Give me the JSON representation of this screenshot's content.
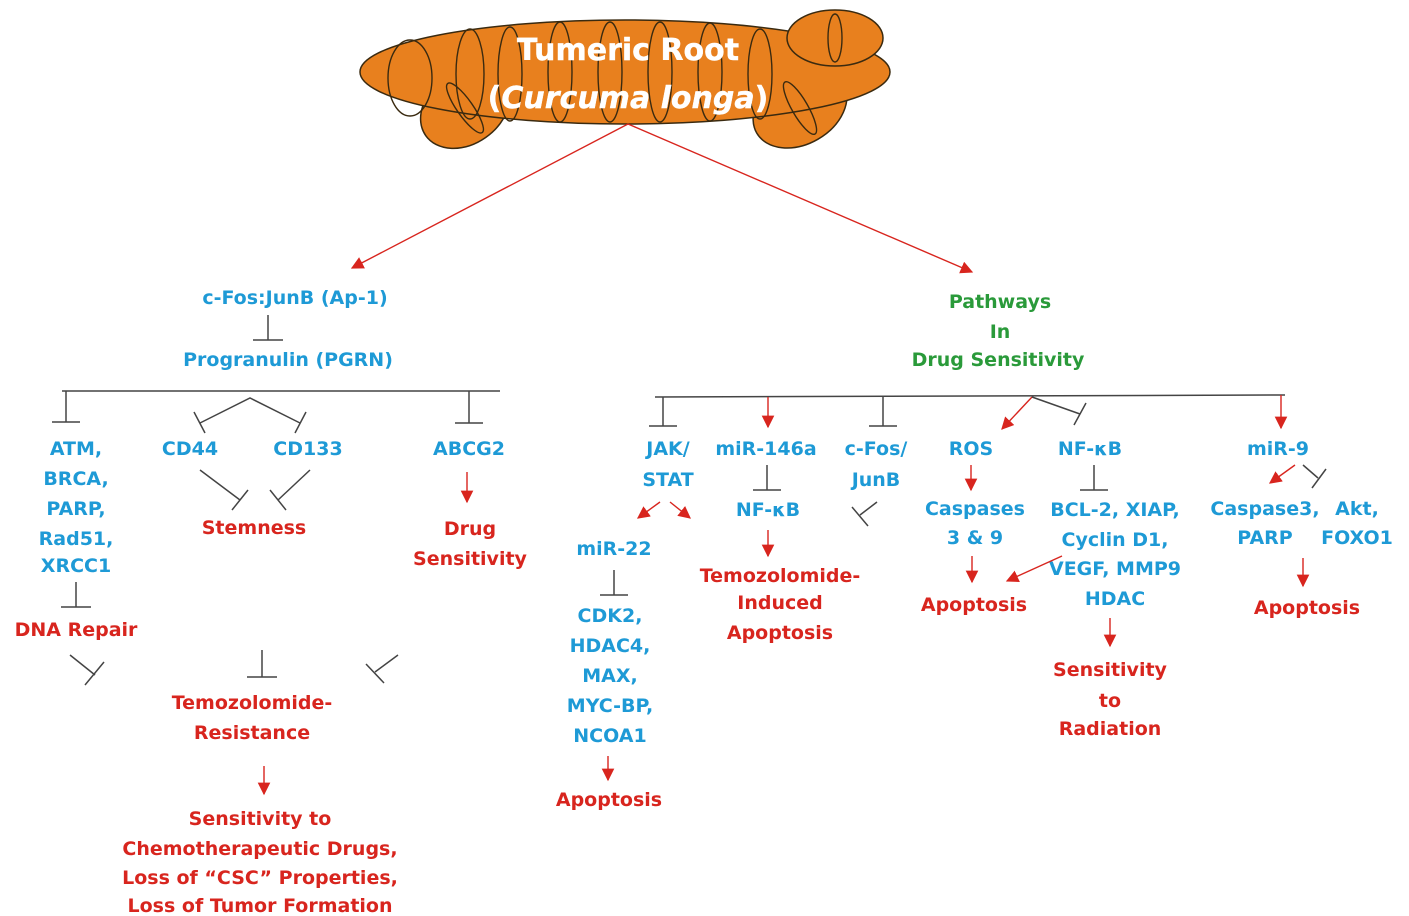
{
  "root": {
    "line1": "Tumeric Root",
    "line2_open": "(",
    "line2_italic": "Curcuma longa",
    "line2_close": ")"
  },
  "left": {
    "ap1": "c-Fos:JunB (Ap-1)",
    "pgrn": "Progranulin (PGRN)",
    "repair_genes": [
      "ATM,",
      "BRCA,",
      "PARP,",
      "Rad51,",
      "XRCC1"
    ],
    "cd44": "CD44",
    "cd133": "CD133",
    "abcg2": "ABCG2",
    "stemness": "Stemness",
    "drug_sensitivity": [
      "Drug",
      "Sensitivity"
    ],
    "dna_repair": "DNA Repair",
    "tmz_resistance": [
      "Temozolomide-",
      "Resistance"
    ],
    "outcome": [
      "Sensitivity to",
      "Chemotherapeutic Drugs,",
      "Loss of “CSC” Properties,",
      "Loss of Tumor Formation"
    ]
  },
  "right": {
    "pathways": [
      "Pathways",
      "In",
      "Drug Sensitivity"
    ],
    "jak_stat": [
      "JAK/",
      "STAT"
    ],
    "mir22": "miR-22",
    "mir22_targets": [
      "CDK2,",
      "HDAC4,",
      "MAX,",
      "MYC-BP,",
      "NCOA1"
    ],
    "apoptosis_mir22": "Apoptosis",
    "mir146a": "miR-146a",
    "nfkb_mir146a": "NF-κB",
    "tmz_apoptosis": [
      "Temozolomide-",
      "Induced",
      "Apoptosis"
    ],
    "cfos_junb": [
      "c-Fos/",
      "JunB"
    ],
    "ros": "ROS",
    "caspases": [
      "Caspases",
      "3 & 9"
    ],
    "apoptosis_ros": "Apoptosis",
    "nfkb": "NF-κB",
    "nfkb_targets": [
      "BCL-2, XIAP,",
      "Cyclin D1,",
      "VEGF, MMP9",
      "HDAC"
    ],
    "radiation": [
      "Sensitivity",
      "to",
      "Radiation"
    ],
    "mir9": "miR-9",
    "caspase3_parp": [
      "Caspase3,",
      "PARP"
    ],
    "akt_foxo1": [
      "Akt,",
      "FOXO1"
    ],
    "apoptosis_mir9": "Apoptosis"
  },
  "colors": {
    "gene_blue": "#1e9ad6",
    "outcome_red": "#d8251e",
    "pathway_green": "#2a9a3a",
    "root_orange": "#e8801e"
  }
}
